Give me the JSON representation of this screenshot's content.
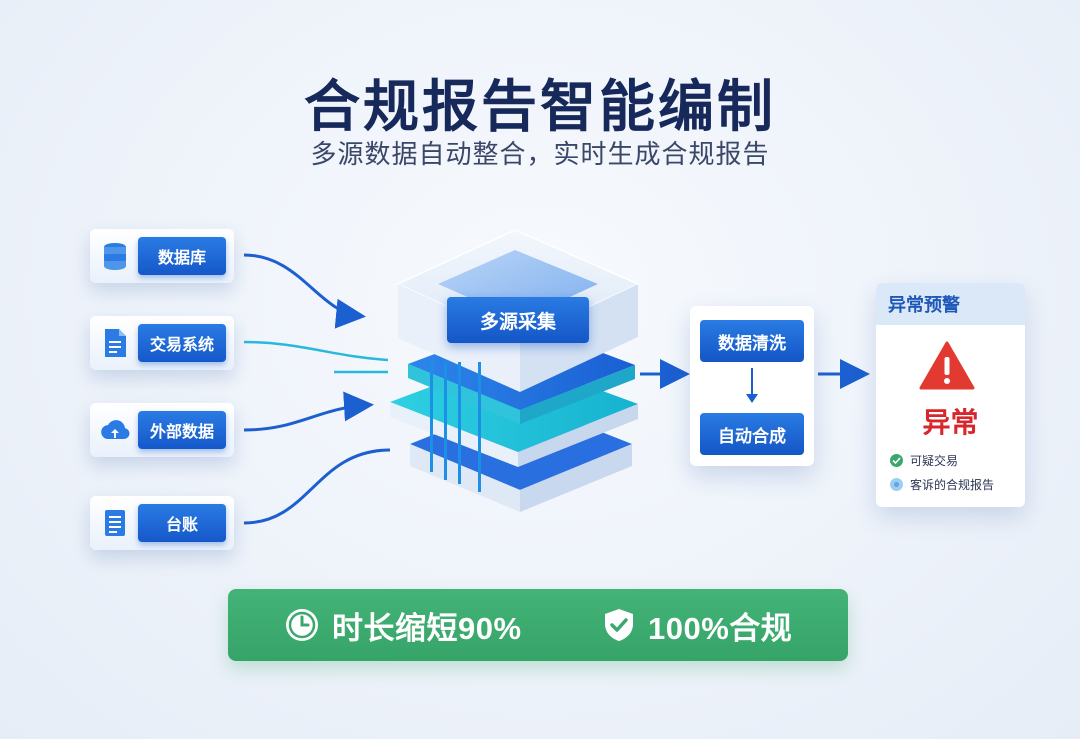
{
  "header": {
    "title": "合规报告智能编制",
    "subtitle": "多源数据自动整合，实时生成合规报告"
  },
  "sources": [
    {
      "label": "数据库",
      "icon": "database-icon"
    },
    {
      "label": "交易系统",
      "icon": "document-icon"
    },
    {
      "label": "外部数据",
      "icon": "cloud-upload-icon"
    },
    {
      "label": "台账",
      "icon": "ledger-icon"
    }
  ],
  "hub": {
    "label": "多源采集"
  },
  "process": {
    "step1": "数据清洗",
    "step2": "自动合成"
  },
  "alert": {
    "title": "异常预警",
    "status": "异常",
    "items": [
      "可疑交易",
      "客诉的合规报告"
    ]
  },
  "banner": {
    "stat1": "时长缩短90%",
    "stat2": "100%合规"
  },
  "colors": {
    "primary_blue": "#1558c9",
    "title_navy": "#17285a",
    "alert_red": "#d9262c",
    "success_green": "#3aa86c",
    "cyan": "#22c3dc"
  }
}
